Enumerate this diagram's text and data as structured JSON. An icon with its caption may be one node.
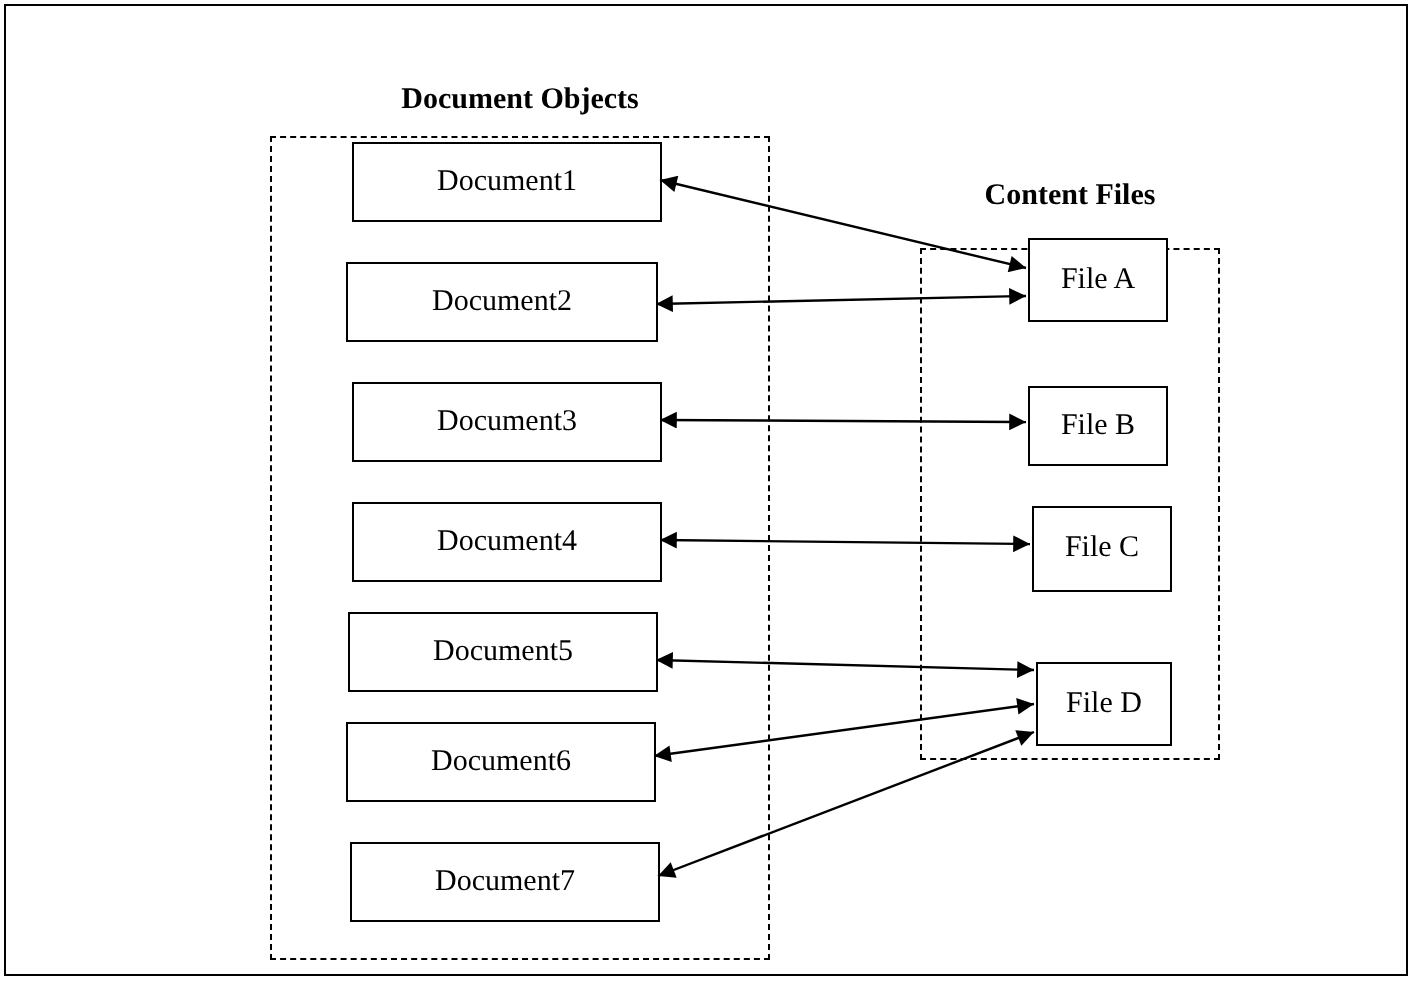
{
  "diagram": {
    "nodes": [
      {
        "text": [
          "Document Objects"
        ]
      },
      {
        "text": [
          "Document1"
        ],
        "in": 0
      },
      {
        "text": [
          "Document2"
        ],
        "in": 0
      },
      {
        "text": [
          "Document3"
        ],
        "in": 0
      },
      {
        "text": [
          "Document4"
        ],
        "in": 0
      },
      {
        "text": [
          "Document5"
        ],
        "in": 0
      },
      {
        "text": [
          "Document6"
        ],
        "in": 0
      },
      {
        "text": [
          "Document7"
        ],
        "in": 0
      },
      {
        "text": [
          "Content Files"
        ]
      },
      {
        "text": [
          "File A"
        ],
        "in": 8
      },
      {
        "text": [
          "File B"
        ],
        "in": 8
      },
      {
        "text": [
          "File C"
        ],
        "in": 8
      },
      {
        "text": [
          "File D"
        ],
        "in": 8
      }
    ],
    "edges": [
      {
        "from": 1,
        "to": 9,
        "arrow": "both"
      },
      {
        "from": 2,
        "to": 9,
        "arrow": "both"
      },
      {
        "from": 3,
        "to": 10,
        "arrow": "both"
      },
      {
        "from": 4,
        "to": 11,
        "arrow": "both"
      },
      {
        "from": 5,
        "to": 12,
        "arrow": "both"
      },
      {
        "from": 6,
        "to": 12,
        "arrow": "both"
      },
      {
        "from": 7,
        "to": 12,
        "arrow": "both"
      }
    ]
  }
}
